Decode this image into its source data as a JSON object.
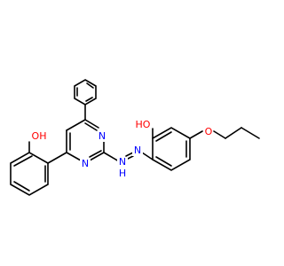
{
  "atoms": {
    "n_ring_upper": "N",
    "n_ring_lower": "N",
    "n_hydrazone_upper": "N",
    "n_hydrazone_lower": "N",
    "nh_hydrogen": "H",
    "oh_left": "OH",
    "oh_right": "HO",
    "ether_oxygen": "O"
  },
  "colors": {
    "bond": "#000000",
    "nitrogen": "#0000ff",
    "oxygen": "#ff0000",
    "background": "#ffffff"
  }
}
